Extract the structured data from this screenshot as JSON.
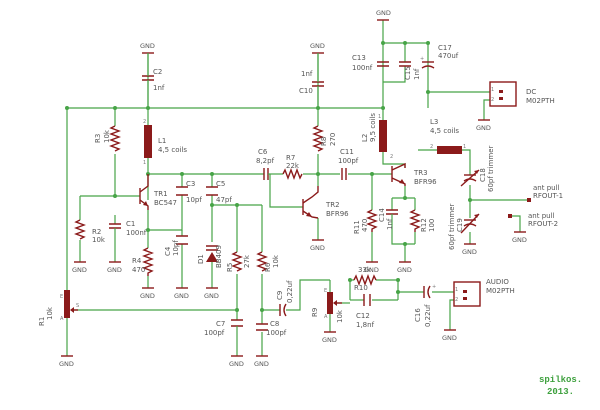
{
  "gnd": "GND",
  "components": {
    "c2": {
      "ref": "C2",
      "val": "1nf"
    },
    "c10": {
      "ref": "C10",
      "val": "1nf"
    },
    "c13": {
      "ref": "C13",
      "val": "100nf"
    },
    "c15": {
      "ref": "C15",
      "val": "1nf"
    },
    "c17": {
      "ref": "C17",
      "val": "470uf"
    },
    "l1": {
      "ref": "L1",
      "val": "4,5 coils"
    },
    "r3": {
      "ref": "R3",
      "val": "10k"
    },
    "r8": {
      "ref": "R8",
      "val": "270"
    },
    "l2": {
      "ref": "L2",
      "val": "9,5 coils"
    },
    "l3": {
      "ref": "L3",
      "val": "4,5 coils"
    },
    "dc_conn": {
      "ref": "DC",
      "val": "M02PTH"
    },
    "c6": {
      "ref": "C6",
      "val": "8,2pf"
    },
    "r7": {
      "ref": "R7",
      "val": "22k"
    },
    "c11": {
      "ref": "C11",
      "val": "100pf"
    },
    "tr1": {
      "ref": "TR1",
      "val": "BC547"
    },
    "tr2": {
      "ref": "TR2",
      "val": "BFR96"
    },
    "tr3": {
      "ref": "TR3",
      "val": "BFR96"
    },
    "c3": {
      "ref": "C3",
      "val": "10pf"
    },
    "c5": {
      "ref": "C5",
      "val": "47pf"
    },
    "c14": {
      "ref": "C14",
      "val": "1nf"
    },
    "c18": {
      "ref": "C18",
      "val": "60pf trimmer"
    },
    "c19": {
      "ref": "C19",
      "val": "60pf trimmer"
    },
    "rfout1": {
      "label": "RFOUT-1",
      "val": "ant pull"
    },
    "rfout2": {
      "label": "RFOUT-2",
      "val": "ant pull"
    },
    "r2": {
      "ref": "R2",
      "val": "10k"
    },
    "c1": {
      "ref": "C1",
      "val": "100nf"
    },
    "c4": {
      "ref": "C4",
      "val": "10pf"
    },
    "r4": {
      "ref": "R4",
      "val": "470"
    },
    "d1": {
      "ref": "D1",
      "val": "BB409"
    },
    "r5": {
      "ref": "R5",
      "val": "27k"
    },
    "r6": {
      "ref": "R6",
      "val": "10k"
    },
    "r11": {
      "ref": "R11",
      "val": "470"
    },
    "r12": {
      "ref": "R12",
      "val": "100"
    },
    "r1": {
      "ref": "R1",
      "val": "10k"
    },
    "c9": {
      "ref": "C9",
      "val": "0,22uf"
    },
    "r10": {
      "ref": "R10",
      "val": "33k"
    },
    "c12": {
      "ref": "C12",
      "val": "1,8nf"
    },
    "r9": {
      "ref": "R9",
      "val": "10k"
    },
    "c16": {
      "ref": "C16",
      "val": "0,22uf"
    },
    "audio_conn": {
      "ref": "AUDIO",
      "val": "M02PTH"
    },
    "c7": {
      "ref": "C7",
      "val": "100pf"
    },
    "c8": {
      "ref": "C8",
      "val": "100pf"
    }
  },
  "signature": {
    "line1": "spilkos.",
    "line2": "2013."
  }
}
